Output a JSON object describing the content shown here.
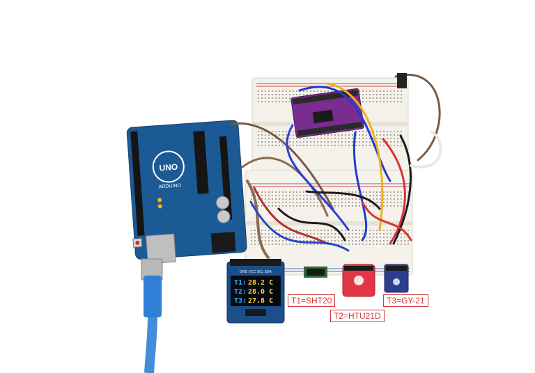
{
  "labels": {
    "sht20": "T1=SHT20",
    "htu21d": "T2=HTU21D",
    "gy21": "T3=GY-21"
  },
  "oled": {
    "rows": [
      {
        "name": "T1:",
        "value": "28.2 C"
      },
      {
        "name": "T2:",
        "value": "28.0 C"
      },
      {
        "name": "T3:",
        "value": "27.8 C"
      }
    ],
    "header_text": "GND VCC SCL SDA",
    "text_color": "#ffd23a",
    "top_band_color": "#3fa9f5"
  },
  "arduino": {
    "brand": "UNO",
    "sub": "ARDUINO"
  },
  "colors": {
    "board": "#1c5a96",
    "breadboard": "#f3f1ea",
    "usb_cable": "#2f7fd6",
    "mux_board": "#7a2c8f",
    "htu21d_board": "#e23645",
    "gy21_board": "#2b3f8e"
  }
}
